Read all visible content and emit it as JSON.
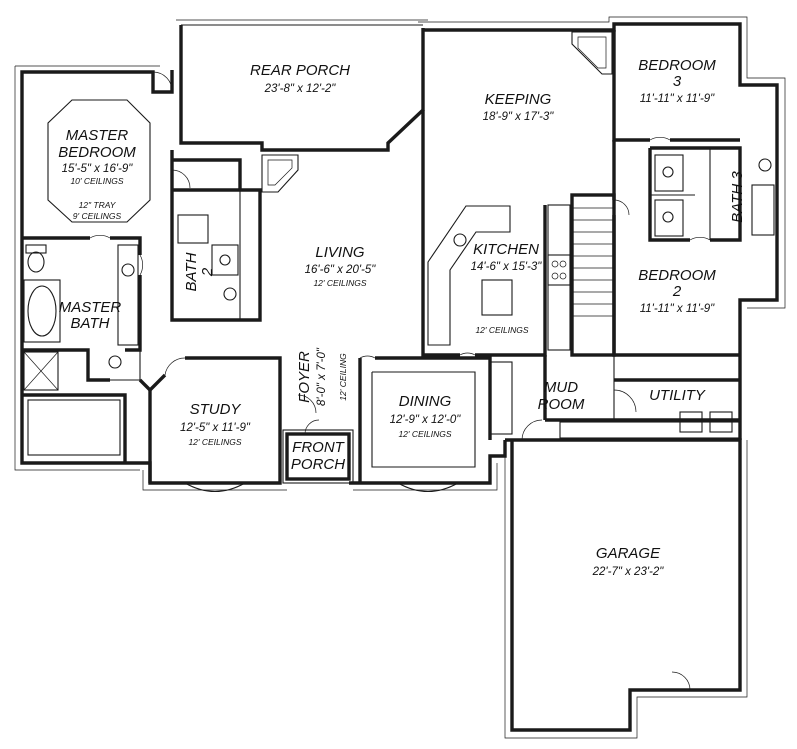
{
  "rooms": {
    "rear_porch": {
      "name": "REAR PORCH",
      "dim": "23'-8\" x 12'-2\""
    },
    "keeping": {
      "name": "KEEPING",
      "dim": "18'-9\" x 17'-3\""
    },
    "bedroom3": {
      "name1": "BEDROOM",
      "name2": "3",
      "dim": "11'-11\" x 11'-9\""
    },
    "master_bedroom": {
      "name1": "MASTER",
      "name2": "BEDROOM",
      "dim": "15'-5\" x 16'-9\"",
      "ceiling": "10' CEILINGS",
      "tray1": "12\" TRAY",
      "tray2": "9' CEILINGS"
    },
    "bath2": {
      "name1": "BATH",
      "name2": "2"
    },
    "bath3": {
      "name": "BATH 3"
    },
    "living": {
      "name": "LIVING",
      "dim": "16'-6\" x 20'-5\"",
      "ceiling": "12' CEILINGS"
    },
    "kitchen": {
      "name": "KITCHEN",
      "dim": "14'-6\" x 15'-3\"",
      "ceiling": "12' CEILINGS"
    },
    "bedroom2": {
      "name1": "BEDROOM",
      "name2": "2",
      "dim": "11'-11\" x 11'-9\""
    },
    "master_bath": {
      "name1": "MASTER",
      "name2": "BATH"
    },
    "foyer": {
      "name": "FOYER",
      "dim": "8'-0\" x 7'-0\"",
      "ceiling": "12' CEILING"
    },
    "study": {
      "name": "STUDY",
      "dim": "12'-5\" x 11'-9\"",
      "ceiling": "12' CEILINGS"
    },
    "dining": {
      "name": "DINING",
      "dim": "12'-9\" x 12'-0\"",
      "ceiling": "12' CEILINGS"
    },
    "mud_room": {
      "name1": "MUD",
      "name2": "ROOM"
    },
    "utility": {
      "name": "UTILITY"
    },
    "front_porch": {
      "name1": "FRONT",
      "name2": "PORCH"
    },
    "garage": {
      "name": "GARAGE",
      "dim": "22'-7\" x 23'-2\""
    }
  }
}
